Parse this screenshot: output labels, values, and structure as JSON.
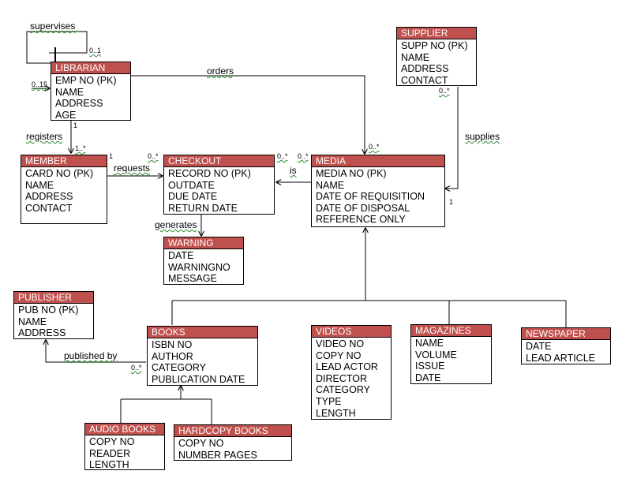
{
  "entities": {
    "librarian": {
      "name": "LIBRARIAN",
      "attrs": [
        "EMP NO (PK)",
        "NAME",
        "ADDRESS",
        "AGE"
      ]
    },
    "supplier": {
      "name": "SUPPLIER",
      "attrs": [
        "SUPP NO (PK)",
        "NAME",
        "ADDRESS",
        "CONTACT"
      ]
    },
    "member": {
      "name": "MEMBER",
      "attrs": [
        "CARD NO (PK)",
        "NAME",
        "ADDRESS",
        "CONTACT"
      ]
    },
    "checkout": {
      "name": "CHECKOUT",
      "attrs": [
        "RECORD NO (PK)",
        "OUTDATE",
        "DUE DATE",
        "RETURN DATE"
      ]
    },
    "media": {
      "name": "MEDIA",
      "attrs": [
        "MEDIA NO (PK)",
        "NAME",
        "DATE OF REQUISITION",
        "DATE OF DISPOSAL",
        "REFERENCE ONLY"
      ]
    },
    "warning": {
      "name": "WARNING",
      "attrs": [
        "DATE",
        "WARNINGNO",
        "MESSAGE"
      ]
    },
    "publisher": {
      "name": "PUBLISHER",
      "attrs": [
        "PUB NO (PK)",
        "NAME",
        "ADDRESS"
      ]
    },
    "books": {
      "name": "BOOKS",
      "attrs": [
        "ISBN NO",
        "AUTHOR",
        "CATEGORY",
        "PUBLICATION DATE"
      ]
    },
    "videos": {
      "name": "VIDEOS",
      "attrs": [
        "VIDEO NO",
        "COPY NO",
        "LEAD ACTOR",
        "DIRECTOR",
        "CATEGORY",
        "TYPE",
        "LENGTH"
      ]
    },
    "magazines": {
      "name": "MAGAZINES",
      "attrs": [
        "NAME",
        "VOLUME",
        "ISSUE",
        "DATE"
      ]
    },
    "newspaper": {
      "name": "NEWSPAPER",
      "attrs": [
        "DATE",
        "LEAD ARTICLE"
      ]
    },
    "audiobooks": {
      "name": "AUDIO BOOKS",
      "attrs": [
        "COPY NO",
        "READER",
        "LENGTH"
      ]
    },
    "hardcopy": {
      "name": "HARDCOPY BOOKS",
      "attrs": [
        "COPY NO",
        "NUMBER PAGES"
      ]
    }
  },
  "relationships": {
    "supervises": "supervises",
    "orders": "orders",
    "registers": "registers",
    "requests": "requests",
    "is": "is",
    "supplies": "supplies",
    "generates": "generates",
    "published_by": "published by"
  },
  "cardinalities": {
    "supervises_top": "0..1",
    "supervises_bottom": "0..15",
    "librarian_register": "1",
    "member_register": "1..*",
    "member_request": "1",
    "checkout_request": "0..*",
    "checkout_is": "0..*",
    "media_is": "0..*",
    "media_order": "0..*",
    "supplier_supplies": "0..*",
    "media_supplies": "1",
    "books_published": "0..*"
  }
}
